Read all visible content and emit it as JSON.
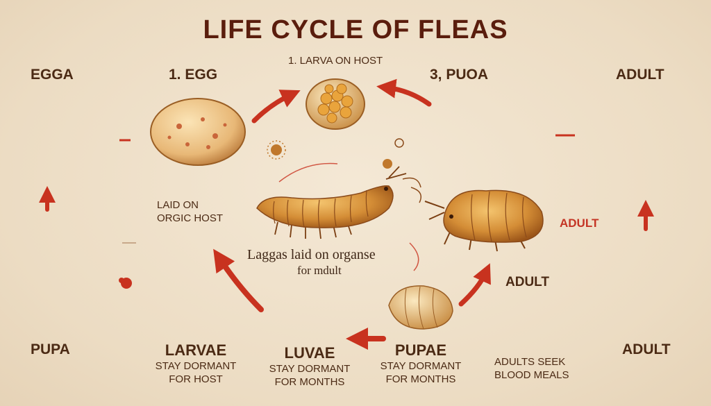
{
  "title": "LIFE CYCLE OF FLEAS",
  "labels": {
    "egga": "EGGA",
    "egg": "1. EGG",
    "larva_on_host": "1. LARVA ON HOST",
    "puoa": "3,  PUOA",
    "adult_top": "ADULT",
    "laid_on_1": "LAID ON",
    "laid_on_2": "ORGIC HOST",
    "center_1": "Laggas laid on organse",
    "center_2": "for mdult",
    "adult_red": "ADULT",
    "adult_mid": "ADULT",
    "pupa": "PUPA",
    "adult_bottom": "ADULT",
    "larvae": "LARVAE",
    "larvae_sub_1": "STAY DORMANT",
    "larvae_sub_2": "FOR HOST",
    "luvae": "LUVAE",
    "luvae_sub_1": "STAY DORMANT",
    "luvae_sub_2": "FOR MONTHS",
    "pupae": "PUPAE",
    "pupae_sub_1": "STAY DORMANT",
    "pupae_sub_2": "FOR MONTHS",
    "adults_seek_1": "ADULTS SEEK",
    "adults_seek_2": "BLOOD MEALS"
  },
  "colors": {
    "title": "#5a1d0d",
    "arrow": "#c8321f",
    "flea_body": "#d9943f",
    "flea_dark": "#8a4a1a",
    "background": "#efe1cb"
  }
}
